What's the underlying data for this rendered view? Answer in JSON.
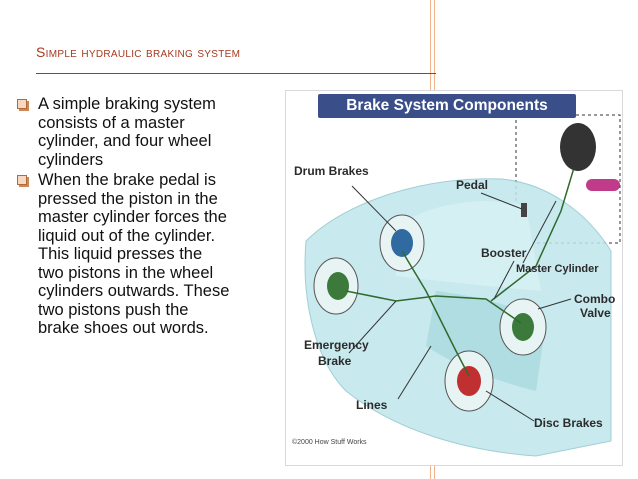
{
  "slide": {
    "title": "Simple hydraulic braking system",
    "bullets": [
      "A simple braking system consists of a master cylinder, and four wheel cylinders",
      "When the brake pedal is pressed the piston in the master cylinder forces the liquid out of the cylinder. This liquid presses the two pistons in the wheel cylinders outwards. These two pistons push the brake shoes out words."
    ],
    "bullet_lines": [
      [
        "A simple braking system",
        "consists of a master",
        "cylinder, and four wheel",
        "cylinders"
      ],
      [
        "When the brake pedal is",
        "pressed the piston in the",
        "master cylinder forces the",
        "liquid out of the cylinder.",
        "This liquid presses the",
        "two pistons in the wheel",
        "cylinders outwards. These",
        "two pistons push the",
        "brake shoes out words."
      ]
    ]
  },
  "figure": {
    "title": "Brake System Components",
    "labels": {
      "drum_brakes": "Drum Brakes",
      "pedal": "Pedal",
      "booster": "Booster",
      "master_cylinder": "Master Cylinder",
      "combo_valve_1": "Combo",
      "combo_valve_2": "Valve",
      "emergency_brake_1": "Emergency",
      "emergency_brake_2": "Brake",
      "lines": "Lines",
      "disc_brakes": "Disc Brakes"
    },
    "copyright": "©2000 How Stuff Works"
  },
  "colors": {
    "title": "#a63a1f",
    "accent_line": "#f2b48e",
    "figure_header": "#3a4f8a",
    "car_body": "#bfe6ea"
  }
}
